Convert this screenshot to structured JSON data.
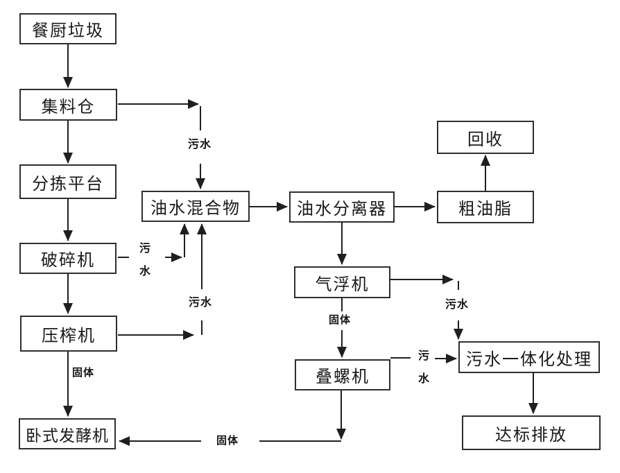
{
  "colors": {
    "background": "#ffffff",
    "line": "#1f1f1f",
    "box_border": "#2e2e2e",
    "text": "#1a1a1a"
  },
  "nodes": {
    "kitchen_waste": {
      "label": "餐厨垃圾"
    },
    "collection_bin": {
      "label": "集料仓"
    },
    "sorting_platform": {
      "label": "分拣平台"
    },
    "crusher": {
      "label": "破碎机"
    },
    "press": {
      "label": "压榨机"
    },
    "fermenter": {
      "label": "卧式发酵机"
    },
    "oil_water_mixture": {
      "label": "油水混合物"
    },
    "oil_water_separator": {
      "label": "油水分离器"
    },
    "recycle": {
      "label": "回收"
    },
    "crude_grease": {
      "label": "粗油脂"
    },
    "air_flotation": {
      "label": "气浮机"
    },
    "screw_press": {
      "label": "叠螺机"
    },
    "sewage_treatment": {
      "label": "污水一体化处理"
    },
    "discharge": {
      "label": "达标排放"
    }
  },
  "flow_labels": {
    "sewage_from_bin": "污水",
    "sewage_from_crusher": "污水",
    "sewage_from_press": "污水",
    "sewage_from_flotation": "污水",
    "sewage_from_screw": "污水",
    "solid_from_press": "固体",
    "solid_from_flotation": "固体",
    "solid_from_screw": "固体"
  }
}
